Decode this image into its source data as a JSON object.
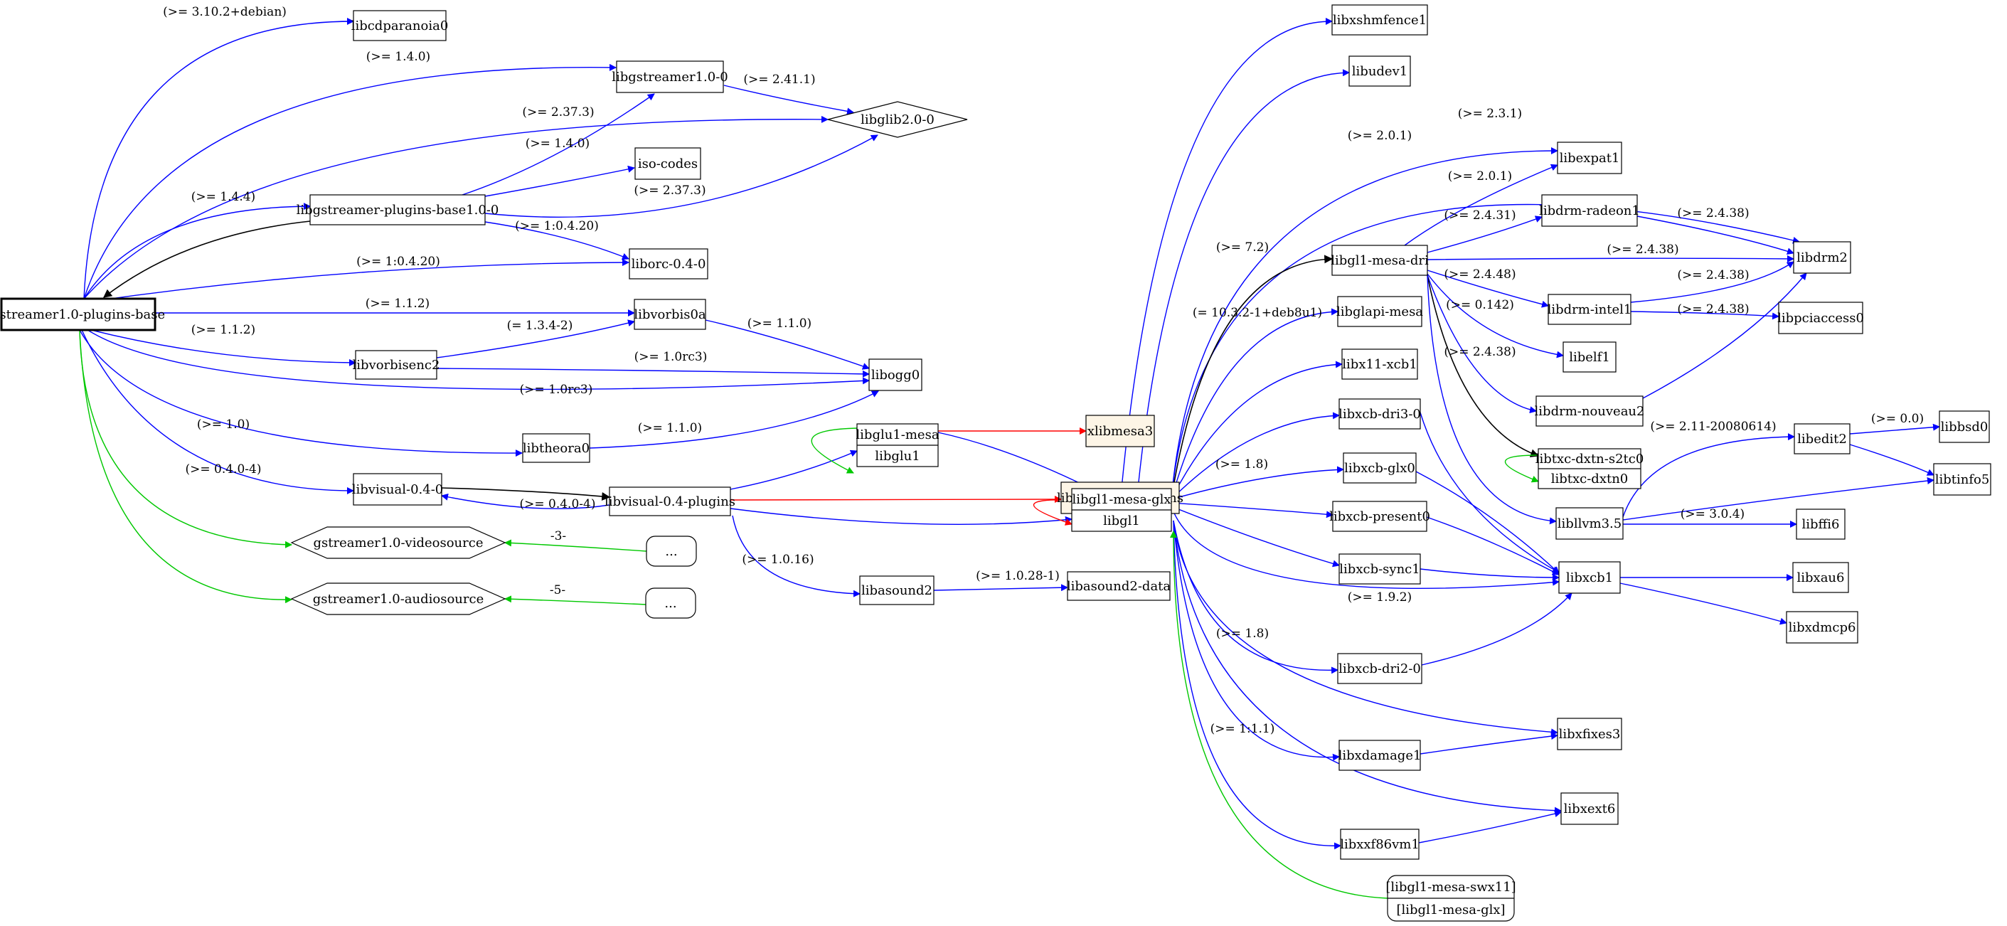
{
  "diagram": {
    "nodes": [
      {
        "id": "gpb",
        "label": "gstreamer1.0-plugins-base",
        "shape": "box",
        "bold": true
      },
      {
        "id": "cdpara",
        "label": "libcdparanoia0",
        "shape": "box"
      },
      {
        "id": "gst",
        "label": "libgstreamer1.0-0",
        "shape": "box"
      },
      {
        "id": "glib",
        "label": "libglib2.0-0",
        "shape": "diamond"
      },
      {
        "id": "gpbase",
        "label": "libgstreamer-plugins-base1.0-0",
        "shape": "box"
      },
      {
        "id": "iso",
        "label": "iso-codes",
        "shape": "box"
      },
      {
        "id": "orc",
        "label": "liborc-0.4-0",
        "shape": "box"
      },
      {
        "id": "vorbis0a",
        "label": "libvorbis0a",
        "shape": "box"
      },
      {
        "id": "vorbisenc",
        "label": "libvorbisenc2",
        "shape": "box"
      },
      {
        "id": "ogg",
        "label": "libogg0",
        "shape": "box"
      },
      {
        "id": "theora",
        "label": "libtheora0",
        "shape": "box"
      },
      {
        "id": "glu",
        "label": "libglu1-mesa",
        "label2": "libglu1",
        "shape": "record"
      },
      {
        "id": "xlibmesa3",
        "label": "xlibmesa3",
        "shape": "box",
        "fill": "#fdf5e6"
      },
      {
        "id": "visual",
        "label": "libvisual-0.4-0",
        "shape": "box"
      },
      {
        "id": "visualp",
        "label": "libvisual-0.4-plugins",
        "shape": "box"
      },
      {
        "id": "visual04p",
        "label": "libvisual0.4-plugins",
        "shape": "box",
        "fill": "#fdf5e6"
      },
      {
        "id": "vsrc",
        "label": "gstreamer1.0-videosource",
        "shape": "octagon"
      },
      {
        "id": "asrc",
        "label": "gstreamer1.0-audiosource",
        "shape": "octagon"
      },
      {
        "id": "dots1",
        "label": "...",
        "shape": "rounded"
      },
      {
        "id": "dots2",
        "label": "...",
        "shape": "rounded"
      },
      {
        "id": "asound",
        "label": "libasound2",
        "shape": "box"
      },
      {
        "id": "asounddata",
        "label": "libasound2-data",
        "shape": "box"
      },
      {
        "id": "glx",
        "label": "libgl1-mesa-glx",
        "label2": "libgl1",
        "shape": "record"
      },
      {
        "id": "xshm",
        "label": "libxshmfence1",
        "shape": "box"
      },
      {
        "id": "udev",
        "label": "libudev1",
        "shape": "box"
      },
      {
        "id": "expat",
        "label": "libexpat1",
        "shape": "box"
      },
      {
        "id": "dri",
        "label": "libgl1-mesa-dri",
        "shape": "box"
      },
      {
        "id": "radeon",
        "label": "libdrm-radeon1",
        "shape": "box"
      },
      {
        "id": "drm2",
        "label": "libdrm2",
        "shape": "box"
      },
      {
        "id": "glapi",
        "label": "libglapi-mesa",
        "shape": "box"
      },
      {
        "id": "intel",
        "label": "libdrm-intel1",
        "shape": "box"
      },
      {
        "id": "pciaccess",
        "label": "libpciaccess0",
        "shape": "box"
      },
      {
        "id": "elf",
        "label": "libelf1",
        "shape": "box"
      },
      {
        "id": "x11xcb",
        "label": "libx11-xcb1",
        "shape": "box"
      },
      {
        "id": "nouveau",
        "label": "libdrm-nouveau2",
        "shape": "box"
      },
      {
        "id": "dri3",
        "label": "libxcb-dri3-0",
        "shape": "box"
      },
      {
        "id": "bsd",
        "label": "libbsd0",
        "shape": "box"
      },
      {
        "id": "edit",
        "label": "libedit2",
        "shape": "box"
      },
      {
        "id": "txc",
        "label": "libtxc-dxtn-s2tc0",
        "label2": "libtxc-dxtn0",
        "shape": "record"
      },
      {
        "id": "tinfo",
        "label": "libtinfo5",
        "shape": "box"
      },
      {
        "id": "xcbglx",
        "label": "libxcb-glx0",
        "shape": "box"
      },
      {
        "id": "llvm",
        "label": "libllvm3.5",
        "shape": "box"
      },
      {
        "id": "ffi",
        "label": "libffi6",
        "shape": "box"
      },
      {
        "id": "present",
        "label": "libxcb-present0",
        "shape": "box"
      },
      {
        "id": "sync",
        "label": "libxcb-sync1",
        "shape": "box"
      },
      {
        "id": "xcb1",
        "label": "libxcb1",
        "shape": "box"
      },
      {
        "id": "xau",
        "label": "libxau6",
        "shape": "box"
      },
      {
        "id": "xdmcp",
        "label": "libxdmcp6",
        "shape": "box"
      },
      {
        "id": "dri2",
        "label": "libxcb-dri2-0",
        "shape": "box"
      },
      {
        "id": "fixes",
        "label": "libxfixes3",
        "shape": "box"
      },
      {
        "id": "damage",
        "label": "libxdamage1",
        "shape": "box"
      },
      {
        "id": "xext",
        "label": "libxext6",
        "shape": "box"
      },
      {
        "id": "vm",
        "label": "libxxf86vm1",
        "shape": "box"
      },
      {
        "id": "swx",
        "label": "[libgl1-mesa-swx11]",
        "label2": "[libgl1-mesa-glx]",
        "shape": "record-rounded"
      }
    ],
    "edges": [
      {
        "from": "gpb",
        "to": "cdpara",
        "label": "(>= 3.10.2+debian)",
        "color": "blue"
      },
      {
        "from": "gpb",
        "to": "gst",
        "label": "(>= 1.4.0)",
        "color": "blue"
      },
      {
        "from": "gpb",
        "to": "glib",
        "label": "(>= 2.37.3)",
        "color": "blue"
      },
      {
        "from": "gpb",
        "to": "gpbase",
        "label": "(>= 1.4.4)",
        "color": "blue"
      },
      {
        "from": "gpb",
        "to": "orc",
        "label": "(>= 1:0.4.20)",
        "color": "blue"
      },
      {
        "from": "gpb",
        "to": "vorbis0a",
        "label": "(>= 1.1.2)",
        "color": "blue"
      },
      {
        "from": "gpb",
        "to": "vorbisenc",
        "label": "(>= 1.1.2)",
        "color": "blue"
      },
      {
        "from": "gpb",
        "to": "ogg",
        "label": "(>= 1.0rc3)",
        "color": "blue"
      },
      {
        "from": "gpb",
        "to": "theora",
        "label": "(>= 1.0)",
        "color": "blue"
      },
      {
        "from": "gpb",
        "to": "visual",
        "label": "(>= 0.4.0-4)",
        "color": "blue"
      },
      {
        "from": "gpb",
        "to": "vsrc",
        "label": "",
        "color": "green"
      },
      {
        "from": "gpb",
        "to": "asrc",
        "label": "",
        "color": "green"
      },
      {
        "from": "gst",
        "to": "glib",
        "label": "(>= 2.41.1)",
        "color": "blue"
      },
      {
        "from": "gpbase",
        "to": "gst",
        "label": "(>= 1.4.0)",
        "color": "blue"
      },
      {
        "from": "gpbase",
        "to": "iso",
        "label": "",
        "color": "blue"
      },
      {
        "from": "gpbase",
        "to": "glib",
        "label": "(>= 2.37.3)",
        "color": "blue"
      },
      {
        "from": "gpbase",
        "to": "orc",
        "label": "(>= 1:0.4.20)",
        "color": "blue"
      },
      {
        "from": "gpbase",
        "to": "gpb",
        "label": "",
        "color": "black"
      },
      {
        "from": "vorbisenc",
        "to": "vorbis0a",
        "label": "(= 1.3.4-2)",
        "color": "blue"
      },
      {
        "from": "vorbisenc",
        "to": "ogg",
        "label": "(>= 1.0rc3)",
        "color": "blue"
      },
      {
        "from": "vorbis0a",
        "to": "ogg",
        "label": "(>= 1.1.0)",
        "color": "blue"
      },
      {
        "from": "theora",
        "to": "ogg",
        "label": "(>= 1.1.0)",
        "color": "blue"
      },
      {
        "from": "visual",
        "to": "visualp",
        "label": "",
        "color": "black"
      },
      {
        "from": "visualp",
        "to": "visual",
        "label": "(>= 0.4.0-4)",
        "color": "blue"
      },
      {
        "from": "visualp",
        "to": "glu",
        "label": "",
        "color": "blue"
      },
      {
        "from": "visualp",
        "to": "visual04p",
        "label": "",
        "color": "red"
      },
      {
        "from": "visualp",
        "to": "glx",
        "label": "",
        "color": "blue"
      },
      {
        "from": "visualp",
        "to": "asound",
        "label": "(>= 1.0.16)",
        "color": "blue"
      },
      {
        "from": "glu",
        "to": "xlibmesa3",
        "label": "",
        "color": "red"
      },
      {
        "from": "glu",
        "to": "glx",
        "label": "",
        "color": "blue"
      },
      {
        "from": "glu",
        "to": "glu",
        "label": "",
        "color": "green"
      },
      {
        "from": "dots1",
        "to": "vsrc",
        "label": "-3-",
        "color": "green"
      },
      {
        "from": "dots2",
        "to": "asrc",
        "label": "-5-",
        "color": "green"
      },
      {
        "from": "asound",
        "to": "asounddata",
        "label": "(>= 1.0.28-1)",
        "color": "blue"
      },
      {
        "from": "glx",
        "to": "glx",
        "label": "",
        "color": "red"
      },
      {
        "from": "glx",
        "to": "xshm",
        "label": "",
        "color": "blue"
      },
      {
        "from": "glx",
        "to": "udev",
        "label": "",
        "color": "blue"
      },
      {
        "from": "glx",
        "to": "drm2",
        "label": "(>= 2.3.1)",
        "color": "blue"
      },
      {
        "from": "glx",
        "to": "expat",
        "label": "(>= 2.0.1)",
        "color": "blue"
      },
      {
        "from": "glx",
        "to": "dri",
        "label": "(>= 7.2)",
        "color": "black"
      },
      {
        "from": "glx",
        "to": "glapi",
        "label": "(= 10.3.2-1+deb8u1)",
        "color": "blue"
      },
      {
        "from": "glx",
        "to": "x11xcb",
        "label": "",
        "color": "blue"
      },
      {
        "from": "glx",
        "to": "dri3",
        "label": "",
        "color": "blue"
      },
      {
        "from": "glx",
        "to": "xcbglx",
        "label": "(>= 1.8)",
        "color": "blue"
      },
      {
        "from": "glx",
        "to": "present",
        "label": "",
        "color": "blue"
      },
      {
        "from": "glx",
        "to": "sync",
        "label": "",
        "color": "blue"
      },
      {
        "from": "glx",
        "to": "xcb1",
        "label": "(>= 1.9.2)",
        "color": "blue"
      },
      {
        "from": "glx",
        "to": "dri2",
        "label": "(>= 1.8)",
        "color": "blue"
      },
      {
        "from": "glx",
        "to": "fixes",
        "label": "",
        "color": "blue"
      },
      {
        "from": "glx",
        "to": "damage",
        "label": "(>= 1:1.1)",
        "color": "blue"
      },
      {
        "from": "glx",
        "to": "xext",
        "label": "",
        "color": "blue"
      },
      {
        "from": "glx",
        "to": "vm",
        "label": "",
        "color": "blue"
      },
      {
        "from": "swx",
        "to": "glx",
        "label": "",
        "color": "green"
      },
      {
        "from": "dri",
        "to": "expat",
        "label": "(>= 2.0.1)",
        "color": "blue"
      },
      {
        "from": "dri",
        "to": "radeon",
        "label": "(>= 2.4.31)",
        "color": "blue"
      },
      {
        "from": "dri",
        "to": "drm2",
        "label": "(>= 2.4.38)",
        "color": "blue"
      },
      {
        "from": "dri",
        "to": "intel",
        "label": "(>= 2.4.48)",
        "color": "blue"
      },
      {
        "from": "dri",
        "to": "elf",
        "label": "(>= 0.142)",
        "color": "blue"
      },
      {
        "from": "dri",
        "to": "nouveau",
        "label": "(>= 2.4.38)",
        "color": "blue"
      },
      {
        "from": "dri",
        "to": "txc",
        "label": "",
        "color": "black"
      },
      {
        "from": "dri",
        "to": "llvm",
        "label": "",
        "color": "blue"
      },
      {
        "from": "radeon",
        "to": "drm2",
        "label": "(>= 2.4.38)",
        "color": "blue"
      },
      {
        "from": "intel",
        "to": "drm2",
        "label": "(>= 2.4.38)",
        "color": "blue"
      },
      {
        "from": "intel",
        "to": "pciaccess",
        "label": "(>= 2.4.38)",
        "color": "blue"
      },
      {
        "from": "nouveau",
        "to": "drm2",
        "label": "",
        "color": "blue"
      },
      {
        "from": "txc",
        "to": "txc",
        "label": "",
        "color": "green"
      },
      {
        "from": "dri3",
        "to": "xcb1",
        "label": "",
        "color": "blue"
      },
      {
        "from": "xcbglx",
        "to": "xcb1",
        "label": "(>= 1.9.2)",
        "color": "blue"
      },
      {
        "from": "present",
        "to": "xcb1",
        "label": "",
        "color": "blue"
      },
      {
        "from": "sync",
        "to": "xcb1",
        "label": "",
        "color": "blue"
      },
      {
        "from": "dri2",
        "to": "xcb1",
        "label": "",
        "color": "blue"
      },
      {
        "from": "llvm",
        "to": "edit",
        "label": "(>= 2.11-20080614)",
        "color": "blue"
      },
      {
        "from": "llvm",
        "to": "tinfo",
        "label": "",
        "color": "blue"
      },
      {
        "from": "llvm",
        "to": "ffi",
        "label": "(>= 3.0.4)",
        "color": "blue"
      },
      {
        "from": "edit",
        "to": "bsd",
        "label": "(>= 0.0)",
        "color": "blue"
      },
      {
        "from": "edit",
        "to": "tinfo",
        "label": "",
        "color": "blue"
      },
      {
        "from": "xcb1",
        "to": "xau",
        "label": "",
        "color": "blue"
      },
      {
        "from": "xcb1",
        "to": "xdmcp",
        "label": "",
        "color": "blue"
      },
      {
        "from": "damage",
        "to": "fixes",
        "label": "",
        "color": "blue"
      },
      {
        "from": "vm",
        "to": "xext",
        "label": "",
        "color": "blue"
      }
    ]
  }
}
